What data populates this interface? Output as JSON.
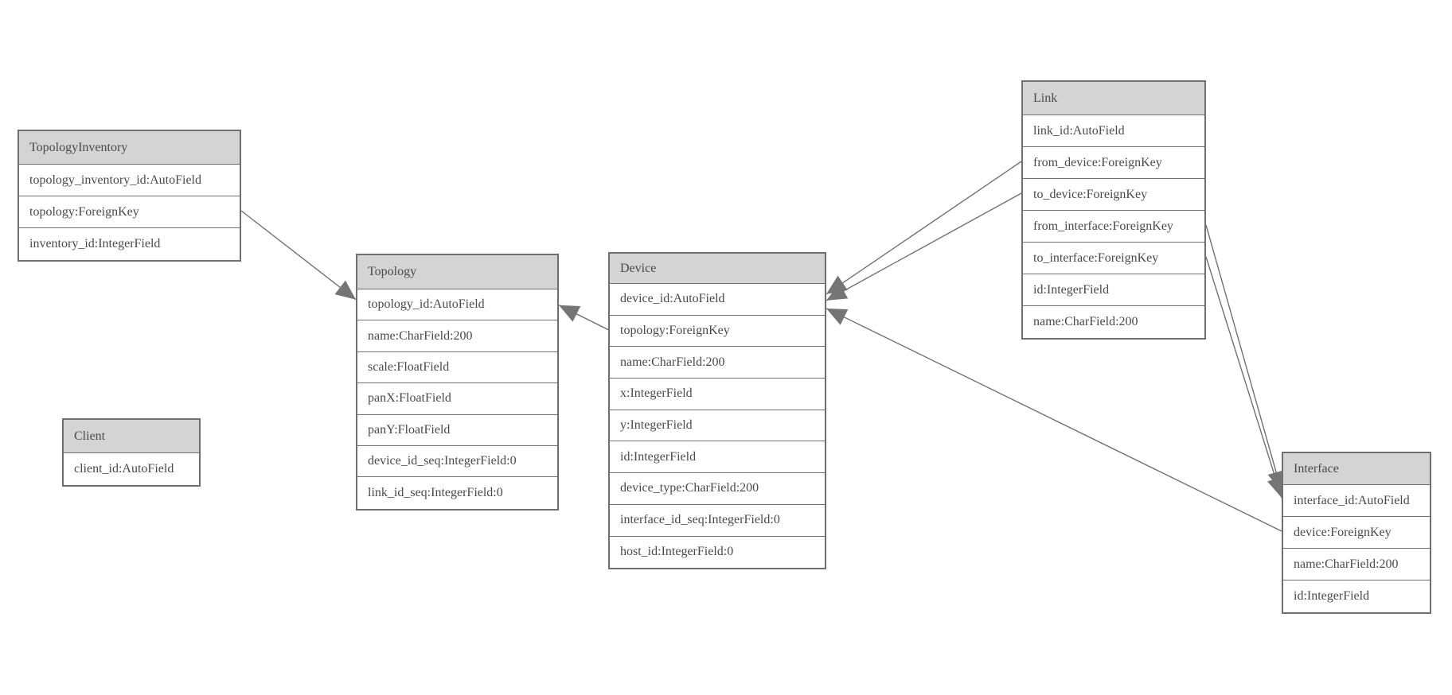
{
  "diagram": {
    "colors": {
      "background": "#ffffff",
      "header_fill": "#d4d4d4",
      "border": "#6f6f6f",
      "text": "#4a4a4a",
      "line": "#717171",
      "arrowhead": "#757575"
    },
    "entities": [
      {
        "id": "topology_inventory",
        "name": "TopologyInventory",
        "fields": [
          "topology_inventory_id:AutoField",
          "topology:ForeignKey",
          "inventory_id:IntegerField"
        ]
      },
      {
        "id": "topology",
        "name": "Topology",
        "fields": [
          "topology_id:AutoField",
          "name:CharField:200",
          "scale:FloatField",
          "panX:FloatField",
          "panY:FloatField",
          "device_id_seq:IntegerField:0",
          "link_id_seq:IntegerField:0"
        ]
      },
      {
        "id": "client",
        "name": "Client",
        "fields": [
          "client_id:AutoField"
        ]
      },
      {
        "id": "device",
        "name": "Device",
        "fields": [
          "device_id:AutoField",
          "topology:ForeignKey",
          "name:CharField:200",
          "x:IntegerField",
          "y:IntegerField",
          "id:IntegerField",
          "device_type:CharField:200",
          "interface_id_seq:IntegerField:0",
          "host_id:IntegerField:0"
        ]
      },
      {
        "id": "link",
        "name": "Link",
        "fields": [
          "link_id:AutoField",
          "from_device:ForeignKey",
          "to_device:ForeignKey",
          "from_interface:ForeignKey",
          "to_interface:ForeignKey",
          "id:IntegerField",
          "name:CharField:200"
        ]
      },
      {
        "id": "interface",
        "name": "Interface",
        "fields": [
          "interface_id:AutoField",
          "device:ForeignKey",
          "name:CharField:200",
          "id:IntegerField"
        ]
      }
    ],
    "relationships": [
      {
        "from_entity": "TopologyInventory",
        "from_field": "topology",
        "to_entity": "Topology",
        "to_field": "topology_id"
      },
      {
        "from_entity": "Device",
        "from_field": "topology",
        "to_entity": "Topology",
        "to_field": "topology_id"
      },
      {
        "from_entity": "Link",
        "from_field": "from_device",
        "to_entity": "Device",
        "to_field": "device_id"
      },
      {
        "from_entity": "Link",
        "from_field": "to_device",
        "to_entity": "Device",
        "to_field": "device_id"
      },
      {
        "from_entity": "Link",
        "from_field": "from_interface",
        "to_entity": "Interface",
        "to_field": "interface_id"
      },
      {
        "from_entity": "Link",
        "from_field": "to_interface",
        "to_entity": "Interface",
        "to_field": "interface_id"
      },
      {
        "from_entity": "Interface",
        "from_field": "device",
        "to_entity": "Device",
        "to_field": "device_id"
      }
    ]
  }
}
